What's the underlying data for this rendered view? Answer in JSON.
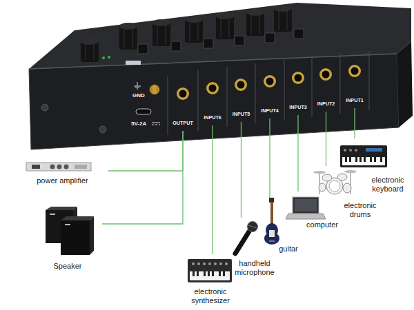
{
  "diagram": {
    "nodes": [
      {
        "text": [
          "GND",
          "5V-2A"
        ]
      },
      {
        "text": [
          "OUTPUT"
        ],
        "in": 0
      },
      {
        "text": [
          "INPUT6"
        ],
        "in": 0
      },
      {
        "text": [
          "INPUT5"
        ],
        "in": 0
      },
      {
        "text": [
          "INPUT4"
        ],
        "in": 0
      },
      {
        "text": [
          "INPUT3"
        ],
        "in": 0
      },
      {
        "text": [
          "INPUT2"
        ],
        "in": 0
      },
      {
        "text": [
          "INPUT1"
        ],
        "in": 0
      },
      {
        "text": [
          "power amplifier"
        ]
      },
      {
        "text": [
          "Speaker"
        ]
      },
      {
        "text": [
          "electronic synthesizer"
        ]
      },
      {
        "text": [
          "handheld microphone"
        ]
      },
      {
        "text": [
          "guitar"
        ]
      },
      {
        "text": [
          "computer"
        ]
      },
      {
        "text": [
          "electronic drums"
        ]
      },
      {
        "text": [
          "electronic keyboard"
        ]
      }
    ],
    "edges": [
      {
        "from": 1,
        "to": 8,
        "arrow": "none"
      },
      {
        "from": 1,
        "to": 9,
        "arrow": "none"
      },
      {
        "from": 2,
        "to": 10,
        "arrow": "none"
      },
      {
        "from": 3,
        "to": 11,
        "arrow": "none"
      },
      {
        "from": 4,
        "to": 12,
        "arrow": "none"
      },
      {
        "from": 5,
        "to": 13,
        "arrow": "none"
      },
      {
        "from": 6,
        "to": 14,
        "arrow": "none"
      },
      {
        "from": 7,
        "to": 15,
        "arrow": "none"
      }
    ]
  }
}
